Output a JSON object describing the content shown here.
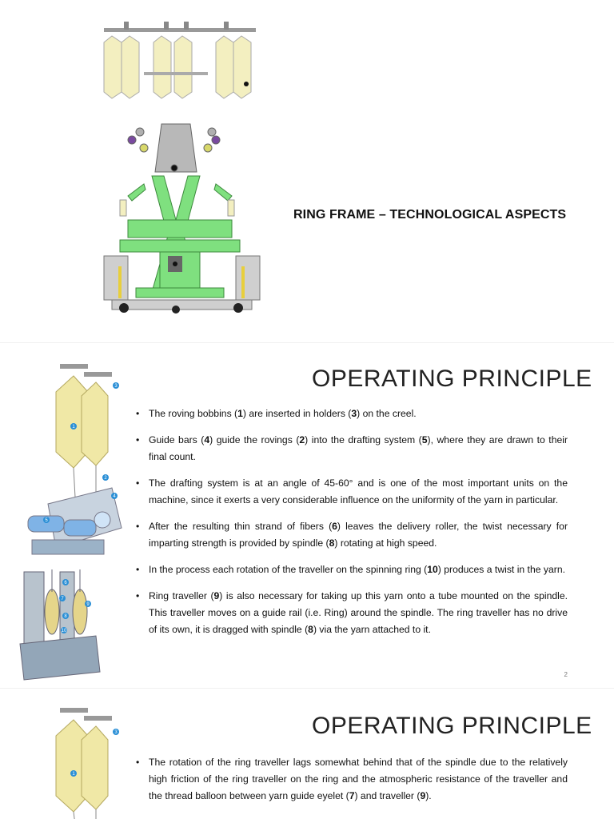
{
  "slide1": {
    "title": "RING FRAME – TECHNOLOGICAL ASPECTS"
  },
  "slide2": {
    "heading": "OPERATING PRINCIPLE",
    "page_number": "2",
    "bullets": [
      [
        {
          "t": "The roving bobbins ("
        },
        {
          "t": "1",
          "b": true
        },
        {
          "t": ") are inserted in holders ("
        },
        {
          "t": "3",
          "b": true
        },
        {
          "t": ") on the creel."
        }
      ],
      [
        {
          "t": "Guide bars ("
        },
        {
          "t": "4",
          "b": true
        },
        {
          "t": ") guide the rovings ("
        },
        {
          "t": "2",
          "b": true
        },
        {
          "t": ") into the drafting system ("
        },
        {
          "t": "5",
          "b": true
        },
        {
          "t": "), where they are drawn to their final count."
        }
      ],
      [
        {
          "t": "The drafting system is at an angle of 45-60° and is one of the most important units on the machine, since it exerts a very considerable influence on the uniformity of the yarn in particular."
        }
      ],
      [
        {
          "t": "After the resulting thin strand of fibers ("
        },
        {
          "t": "6",
          "b": true
        },
        {
          "t": ") leaves the delivery roller, the twist necessary for imparting strength is provided by spindle ("
        },
        {
          "t": "8",
          "b": true
        },
        {
          "t": ") rotating at high speed."
        }
      ],
      [
        {
          "t": "In the process each rotation of the traveller on the spinning ring ("
        },
        {
          "t": "10",
          "b": true
        },
        {
          "t": ") produces a twist in the yarn."
        }
      ],
      [
        {
          "t": "Ring traveller ("
        },
        {
          "t": "9",
          "b": true
        },
        {
          "t": ") is also necessary for taking up this yarn onto a tube mounted on the spindle. This traveller moves on a guide rail (i.e. Ring) around the spindle. The ring traveller has no drive of its own, it is dragged with spindle ("
        },
        {
          "t": "8",
          "b": true
        },
        {
          "t": ") via the yarn attached to it."
        }
      ]
    ]
  },
  "slide3": {
    "heading": "OPERATING PRINCIPLE",
    "bullets": [
      [
        {
          "t": "The rotation of the ring traveller lags somewhat behind that of the spindle due to the relatively high friction of the ring traveller on the ring and the atmospheric resistance of the traveller and the thread balloon between yarn guide eyelet ("
        },
        {
          "t": "7",
          "b": true
        },
        {
          "t": ") and traveller ("
        },
        {
          "t": "9",
          "b": true
        },
        {
          "t": ")."
        }
      ]
    ]
  },
  "diagram_labels": [
    "1",
    "2",
    "3",
    "4",
    "5",
    "6",
    "7",
    "8",
    "9",
    "10"
  ],
  "colors": {
    "machine_frame": "#7fe07f",
    "bobbin": "#f3efc0",
    "callout": "#2a8fd6"
  }
}
